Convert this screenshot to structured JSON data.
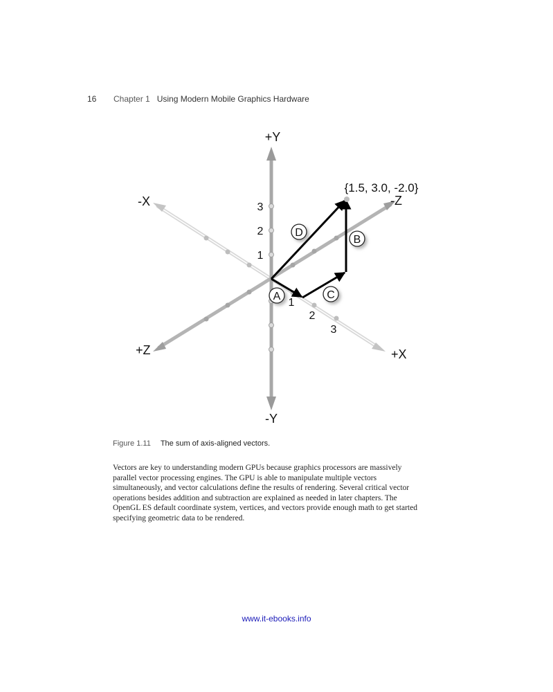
{
  "header": {
    "page_number": "16",
    "chapter": "Chapter 1",
    "title": "Using Modern Mobile Graphics Hardware"
  },
  "figure": {
    "axis_labels": {
      "pos_y": "+Y",
      "neg_y": "-Y",
      "pos_x": "+X",
      "neg_x": "-X",
      "pos_z": "+Z",
      "neg_z": "-Z"
    },
    "y_ticks": [
      "1",
      "2",
      "3"
    ],
    "x_ticks": [
      "1",
      "2",
      "3"
    ],
    "point_label": "{1.5, 3.0, -2.0}",
    "vector_labels": {
      "a": "A",
      "b": "B",
      "c": "C",
      "d": "D"
    }
  },
  "caption": {
    "figure_number": "Figure 1.11",
    "text": "The sum of axis-aligned vectors."
  },
  "body_lines": [
    "Vectors are key to understanding modern GPUs because graphics processors are massively",
    "parallel vector processing engines. The GPU is able to manipulate multiple vectors",
    "simultaneously, and vector calculations define the results of rendering. Several critical vector",
    "operations besides addition and subtraction are explained as needed in later chapters. The",
    "OpenGL ES default coordinate system, vertices, and vectors provide enough math to get started",
    "specifying geometric data to be rendered."
  ],
  "footer": {
    "url": "www.it-ebooks.info"
  }
}
